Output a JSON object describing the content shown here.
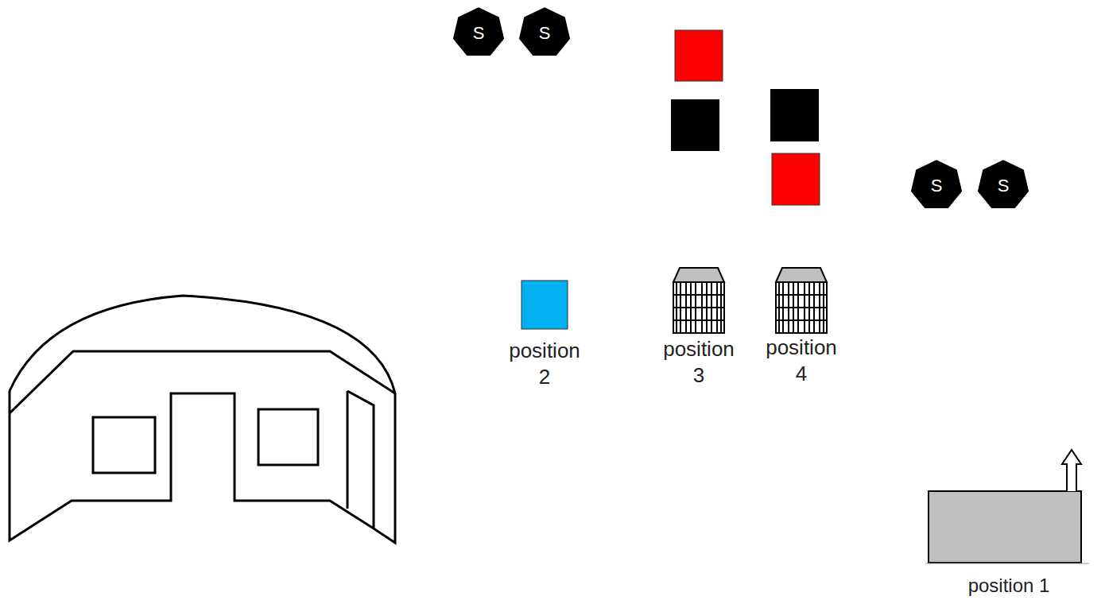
{
  "diagram": {
    "nodes": [
      {
        "text": [
          "S"
        ]
      },
      {
        "text": [
          "S"
        ]
      },
      {
        "text": [
          "S"
        ]
      },
      {
        "text": [
          "S"
        ]
      },
      {
        "text": [
          "position 2"
        ]
      },
      {
        "text": [
          "position 3"
        ]
      },
      {
        "text": [
          "position 4"
        ]
      },
      {
        "text": [
          "position 1"
        ]
      }
    ]
  }
}
